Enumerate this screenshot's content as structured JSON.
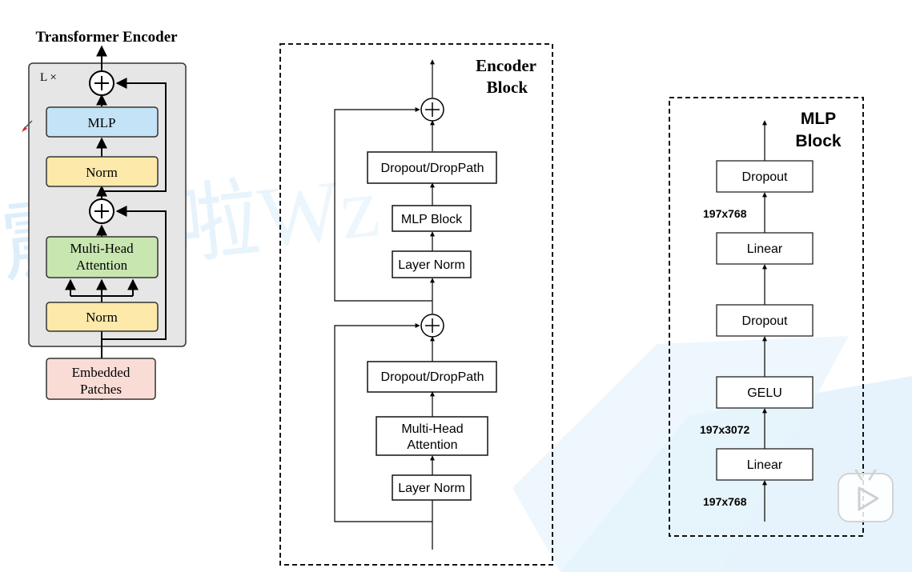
{
  "watermark": {
    "text": "震吧啦Wz"
  },
  "transformer_encoder": {
    "title": "Transformer Encoder",
    "repeat_label": "L ×",
    "blocks": {
      "mlp": "MLP",
      "norm_top": "Norm",
      "attention_line1": "Multi-Head",
      "attention_line2": "Attention",
      "norm_bottom": "Norm",
      "embedded_line1": "Embedded",
      "embedded_line2": "Patches"
    },
    "colors": {
      "container": "#e6e6e6",
      "mlp": "#c5e3f6",
      "norm": "#fde9a9",
      "attention": "#c8e6b0",
      "embedded": "#fadcd7"
    }
  },
  "encoder_block": {
    "title_line1": "Encoder",
    "title_line2": "Block",
    "blocks": {
      "dropout_top": "Dropout/DropPath",
      "mlp_block": "MLP Block",
      "layer_norm_top": "Layer Norm",
      "dropout_bottom": "Dropout/DropPath",
      "attention_line1": "Multi-Head",
      "attention_line2": "Attention",
      "layer_norm_bottom": "Layer Norm"
    }
  },
  "mlp_block": {
    "title_line1": "MLP",
    "title_line2": "Block",
    "blocks": {
      "dropout_top": "Dropout",
      "linear_top": "Linear",
      "dropout_mid": "Dropout",
      "gelu": "GELU",
      "linear_bottom": "Linear"
    },
    "dims": {
      "after_linear_top": "197x768",
      "after_linear_bottom": "197x3072",
      "input": "197x768"
    }
  },
  "player": {
    "icon": "play-icon"
  }
}
